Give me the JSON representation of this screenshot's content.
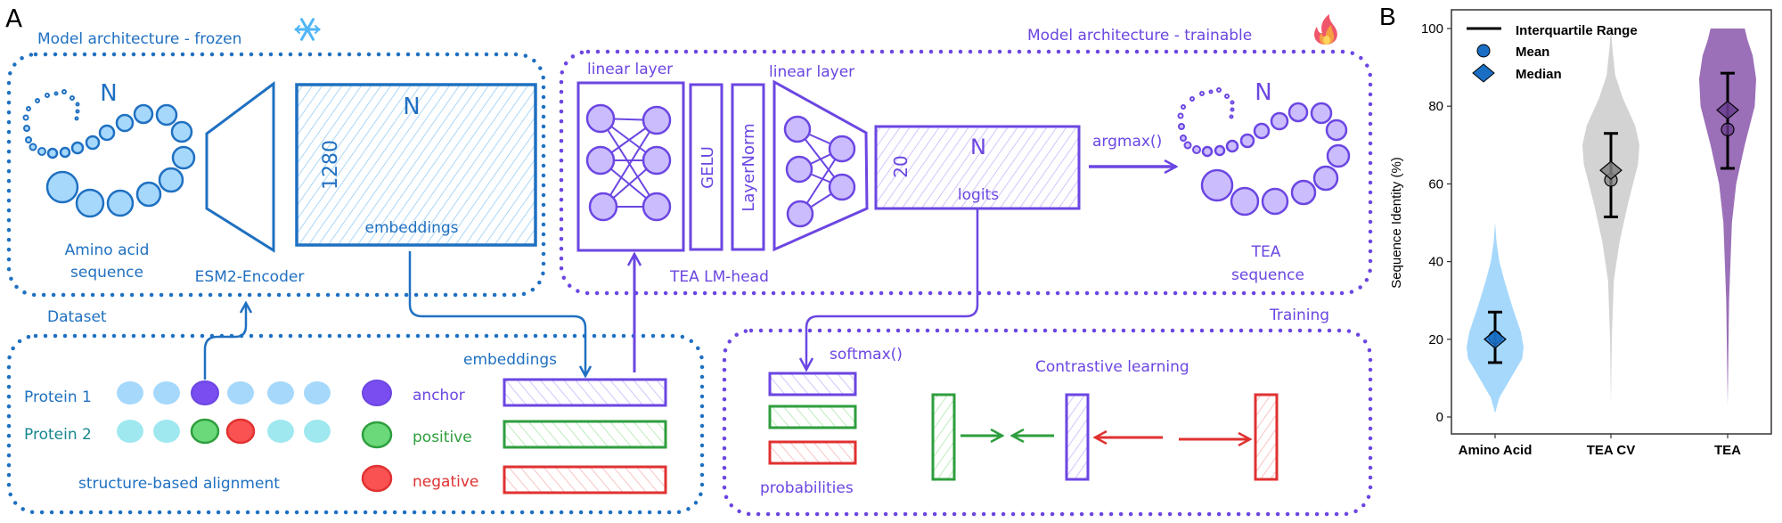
{
  "panel_a": {
    "panel_label": "A",
    "frozen": {
      "title": "Model architecture - frozen",
      "icon": "snowflake-icon",
      "chain_n": "N",
      "chain_label_1": "Amino acid",
      "chain_label_2": "sequence",
      "encoder_label": "ESM2-Encoder",
      "emb_n": "N",
      "emb_dim": "1280",
      "emb_label": "embeddings"
    },
    "trainable": {
      "title": "Model architecture - trainable",
      "icon": "fire-icon",
      "linear1": "linear layer",
      "gelu": "GELU",
      "layernorm": "LayerNorm",
      "linear2": "linear layer",
      "head_label": "TEA LM-head",
      "logits_dim": "20",
      "logits_n": "N",
      "logits_label": "logits",
      "argmax": "argmax()",
      "chain_n": "N",
      "tea_label_1": "TEA",
      "tea_label_2": "sequence"
    },
    "dataset": {
      "title": "Dataset",
      "protein1": "Protein 1",
      "protein2": "Protein 2",
      "alignment": "structure-based alignment",
      "anchor": "anchor",
      "positive": "positive",
      "negative": "negative",
      "embeddings": "embeddings"
    },
    "training": {
      "title": "Training",
      "softmax": "softmax()",
      "probabilities": "probabilities",
      "contrastive": "Contrastive learning"
    },
    "colors": {
      "frozen": "#1f70c1",
      "trainable": "#6b46e2",
      "anchor": "#7a4df0",
      "positive": "#2e9e3e",
      "negative": "#e03131"
    }
  },
  "chart_data": {
    "panel_label": "B",
    "type": "violin",
    "ylabel": "Sequence Identity (%)",
    "xlabel": "",
    "ylim": [
      0,
      100
    ],
    "yticks": [
      0,
      20,
      40,
      60,
      80,
      100
    ],
    "grid": false,
    "legend_position": "top-left",
    "legend": [
      "Interquartile Range",
      "Mean",
      "Median"
    ],
    "categories": [
      "Amino Acid",
      "TEA CV",
      "TEA"
    ],
    "series": [
      {
        "category": "Amino Acid",
        "color": "#a6d8fc",
        "marker_color": "#1a6fc4",
        "q1": 14,
        "q3": 27,
        "mean": 20.5,
        "median": 20,
        "density": [
          [
            1,
            0
          ],
          [
            5,
            0.15
          ],
          [
            10,
            0.55
          ],
          [
            15,
            0.95
          ],
          [
            18,
            1.0
          ],
          [
            22,
            0.9
          ],
          [
            28,
            0.62
          ],
          [
            35,
            0.33
          ],
          [
            40,
            0.15
          ],
          [
            45,
            0.05
          ],
          [
            50,
            0
          ]
        ]
      },
      {
        "category": "TEA CV",
        "color": "#d3d3d3",
        "marker_color": "#808080",
        "q1": 51.5,
        "q3": 73,
        "mean": 61,
        "median": 63.5,
        "density": [
          [
            3,
            0
          ],
          [
            20,
            0.03
          ],
          [
            35,
            0.1
          ],
          [
            45,
            0.3
          ],
          [
            55,
            0.6
          ],
          [
            65,
            0.95
          ],
          [
            70,
            1.0
          ],
          [
            75,
            0.85
          ],
          [
            82,
            0.42
          ],
          [
            88,
            0.15
          ],
          [
            95,
            0.05
          ],
          [
            100,
            0
          ]
        ]
      },
      {
        "category": "TEA",
        "color": "#9b70b8",
        "marker_color": "#6a3d8f",
        "q1": 64,
        "q3": 88.5,
        "mean": 74,
        "median": 79,
        "density": [
          [
            3,
            0
          ],
          [
            30,
            0.05
          ],
          [
            50,
            0.15
          ],
          [
            60,
            0.3
          ],
          [
            70,
            0.6
          ],
          [
            80,
            0.95
          ],
          [
            87,
            1.0
          ],
          [
            93,
            0.88
          ],
          [
            97,
            0.7
          ],
          [
            100,
            0.6
          ]
        ]
      }
    ]
  }
}
